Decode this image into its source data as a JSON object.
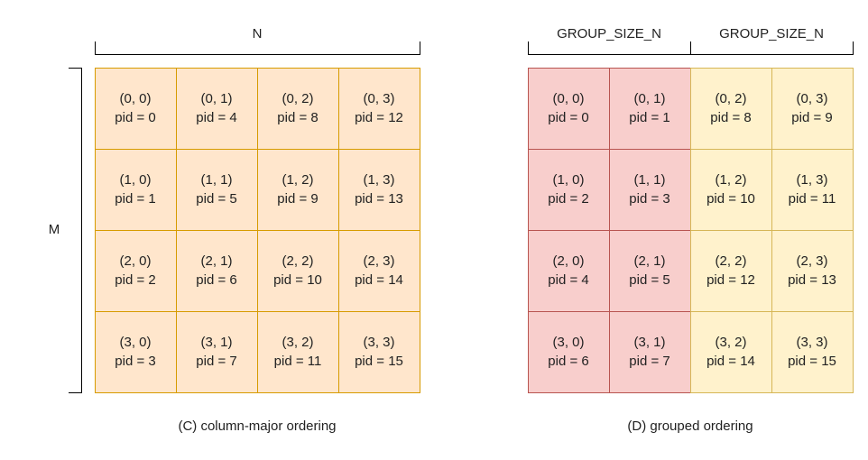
{
  "left_panel": {
    "top_label": "N",
    "side_label": "M",
    "caption": "(C) column-major ordering",
    "cell_color": "#ffe6cc",
    "rows": [
      [
        {
          "coord": "(0, 0)",
          "pid": "pid = 0"
        },
        {
          "coord": "(0, 1)",
          "pid": "pid = 4"
        },
        {
          "coord": "(0, 2)",
          "pid": "pid = 8"
        },
        {
          "coord": "(0, 3)",
          "pid": "pid = 12"
        }
      ],
      [
        {
          "coord": "(1, 0)",
          "pid": "pid = 1"
        },
        {
          "coord": "(1, 1)",
          "pid": "pid = 5"
        },
        {
          "coord": "(1, 2)",
          "pid": "pid = 9"
        },
        {
          "coord": "(1, 3)",
          "pid": "pid = 13"
        }
      ],
      [
        {
          "coord": "(2, 0)",
          "pid": "pid = 2"
        },
        {
          "coord": "(2, 1)",
          "pid": "pid = 6"
        },
        {
          "coord": "(2, 2)",
          "pid": "pid = 10"
        },
        {
          "coord": "(2, 3)",
          "pid": "pid = 14"
        }
      ],
      [
        {
          "coord": "(3, 0)",
          "pid": "pid = 3"
        },
        {
          "coord": "(3, 1)",
          "pid": "pid = 7"
        },
        {
          "coord": "(3, 2)",
          "pid": "pid = 11"
        },
        {
          "coord": "(3, 3)",
          "pid": "pid = 15"
        }
      ]
    ]
  },
  "right_panel": {
    "group_label_left": "GROUP_SIZE_N",
    "group_label_right": "GROUP_SIZE_N",
    "caption": "(D) grouped ordering",
    "group_colors": {
      "first": "#f8cecc",
      "second": "#fff2cc"
    },
    "rows": [
      [
        {
          "coord": "(0, 0)",
          "pid": "pid = 0"
        },
        {
          "coord": "(0, 1)",
          "pid": "pid = 1"
        },
        {
          "coord": "(0, 2)",
          "pid": "pid = 8"
        },
        {
          "coord": "(0, 3)",
          "pid": "pid = 9"
        }
      ],
      [
        {
          "coord": "(1, 0)",
          "pid": "pid = 2"
        },
        {
          "coord": "(1, 1)",
          "pid": "pid = 3"
        },
        {
          "coord": "(1, 2)",
          "pid": "pid = 10"
        },
        {
          "coord": "(1, 3)",
          "pid": "pid = 11"
        }
      ],
      [
        {
          "coord": "(2, 0)",
          "pid": "pid = 4"
        },
        {
          "coord": "(2, 1)",
          "pid": "pid = 5"
        },
        {
          "coord": "(2, 2)",
          "pid": "pid = 12"
        },
        {
          "coord": "(2, 3)",
          "pid": "pid = 13"
        }
      ],
      [
        {
          "coord": "(3, 0)",
          "pid": "pid = 6"
        },
        {
          "coord": "(3, 1)",
          "pid": "pid = 7"
        },
        {
          "coord": "(3, 2)",
          "pid": "pid = 14"
        },
        {
          "coord": "(3, 3)",
          "pid": "pid = 15"
        }
      ]
    ]
  }
}
